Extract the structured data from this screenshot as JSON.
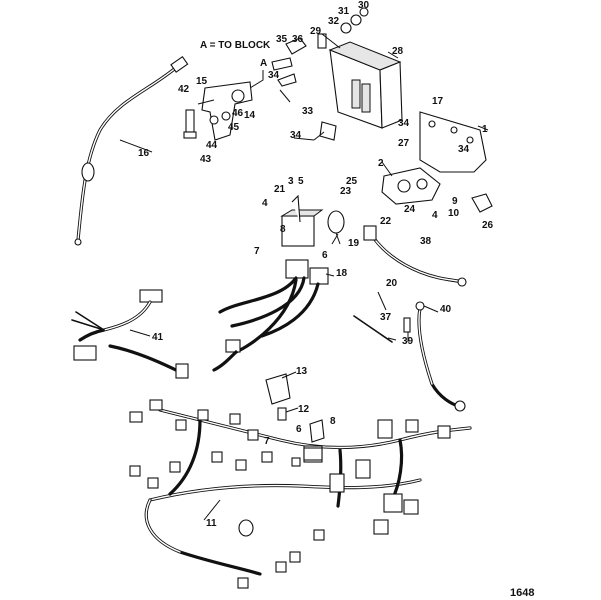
{
  "diagram": {
    "header_note": "A = TO BLOCK",
    "reference_letter": "A",
    "document_number": "1648",
    "callouts": [
      "1",
      "2",
      "3",
      "4",
      "4",
      "5",
      "6",
      "6",
      "7",
      "7",
      "8",
      "8",
      "9",
      "10",
      "11",
      "12",
      "13",
      "14",
      "15",
      "16",
      "17",
      "18",
      "19",
      "20",
      "21",
      "22",
      "23",
      "24",
      "25",
      "26",
      "27",
      "28",
      "29",
      "30",
      "31",
      "32",
      "33",
      "34",
      "34",
      "34",
      "34",
      "35",
      "36",
      "37",
      "38",
      "39",
      "40",
      "41",
      "42",
      "43",
      "44",
      "45",
      "46"
    ]
  }
}
